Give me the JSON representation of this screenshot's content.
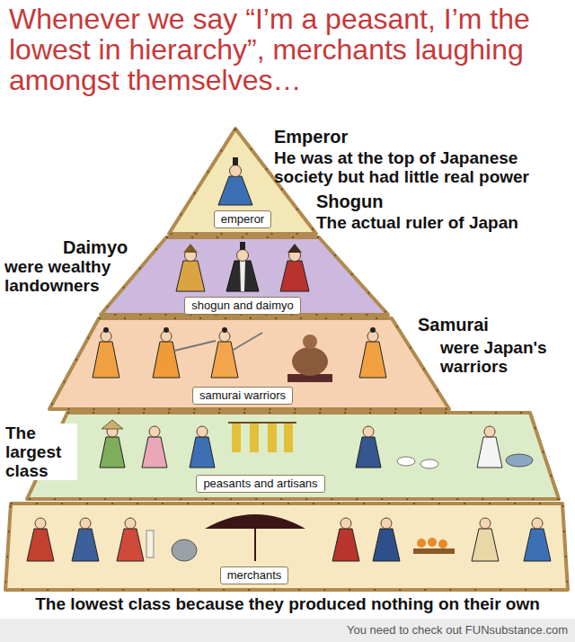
{
  "diagram": {
    "title": "Whenever we say “I’m a peasant, I’m the lowest in hierarchy”, merchants laughing amongst themselves…",
    "nodes": [
      {
        "text": [
          "Emperor",
          "He was at the top of Japanese society but had little real power",
          "emperor"
        ]
      },
      {
        "text": [
          "Shogun",
          "The actual ruler of Japan",
          "Daimyo",
          "were wealthy landowners",
          "shogun and daimyo"
        ]
      },
      {
        "text": [
          "Samurai",
          "were Japan's warriors",
          "samurai warriors"
        ]
      },
      {
        "text": [
          "The largest class",
          "peasants and artisans"
        ]
      },
      {
        "text": [
          "merchants",
          "The lowest class because they produced nothing on their own"
        ]
      }
    ],
    "labels": [
      "You need to check out FUNsubstance.com"
    ]
  }
}
